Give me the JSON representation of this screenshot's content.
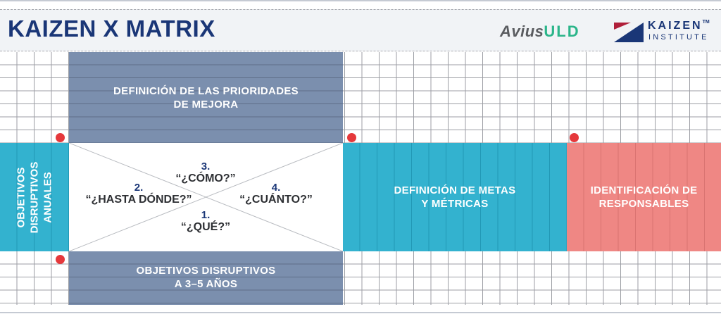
{
  "header": {
    "title": "KAIZEN X MATRIX",
    "logos": {
      "avius": {
        "part1": "Avius",
        "part2": "ULD"
      },
      "kaizen": {
        "word": "KAIZEN",
        "tm": "TM",
        "subtitle": "INSTITUTE"
      }
    }
  },
  "matrix": {
    "top": {
      "line1": "DEFINICIÓN DE LAS PRIORIDADES",
      "line2": "DE MEJORA"
    },
    "left": {
      "line1": "OBJETIVOS",
      "line2": "DISRUPTIVOS",
      "line3": "ANUALES"
    },
    "bottom": {
      "line1": "OBJETIVOS DISRUPTIVOS",
      "line2": "A 3–5 AÑOS"
    },
    "right": {
      "line1": "DEFINICIÓN DE METAS",
      "line2": "Y MÉTRICAS"
    },
    "far_right": {
      "line1": "IDENTIFICACIÓN DE",
      "line2": "RESPONSABLES"
    },
    "center": {
      "q1": {
        "num": "1.",
        "text": "“¿QUÉ?”"
      },
      "q2": {
        "num": "2.",
        "text": "“¿HASTA DÓNDE?”"
      },
      "q3": {
        "num": "3.",
        "text": "“¿CÓMO?”"
      },
      "q4": {
        "num": "4.",
        "text": "“¿CUÁNTO?”"
      }
    }
  },
  "colors": {
    "title": "#1a3677",
    "slate": "#7b8fae",
    "cyan": "#33b2cf",
    "salmon": "#ef8784",
    "dot": "#e5383b",
    "avius_green": "#2bb58a",
    "kaizen_red": "#b01f3a"
  }
}
